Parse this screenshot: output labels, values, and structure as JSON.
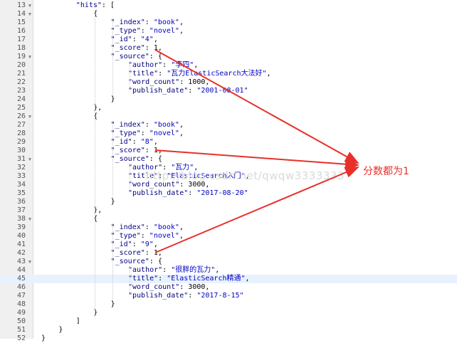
{
  "editor": {
    "watermark": "http://blog.csdn.net/qwqw3333333",
    "annotation": "分数都为1",
    "arrow_color": "#e8302a",
    "highlight_line": "45",
    "lines": [
      {
        "ln": "13",
        "fold": "▼",
        "indent": 8,
        "parts": [
          {
            "t": "\"hits\"",
            "c": "k"
          },
          {
            "t": ": [",
            "c": "p"
          }
        ]
      },
      {
        "ln": "14",
        "fold": "▼",
        "indent": 12,
        "parts": [
          {
            "t": "{",
            "c": "p"
          }
        ]
      },
      {
        "ln": "15",
        "fold": "",
        "indent": 16,
        "parts": [
          {
            "t": "\"_index\"",
            "c": "k"
          },
          {
            "t": ": ",
            "c": "p"
          },
          {
            "t": "\"book\"",
            "c": "s"
          },
          {
            "t": ",",
            "c": "p"
          }
        ]
      },
      {
        "ln": "16",
        "fold": "",
        "indent": 16,
        "parts": [
          {
            "t": "\"_type\"",
            "c": "k"
          },
          {
            "t": ": ",
            "c": "p"
          },
          {
            "t": "\"novel\"",
            "c": "s"
          },
          {
            "t": ",",
            "c": "p"
          }
        ]
      },
      {
        "ln": "17",
        "fold": "",
        "indent": 16,
        "parts": [
          {
            "t": "\"_id\"",
            "c": "k"
          },
          {
            "t": ": ",
            "c": "p"
          },
          {
            "t": "\"4\"",
            "c": "s"
          },
          {
            "t": ",",
            "c": "p"
          }
        ]
      },
      {
        "ln": "18",
        "fold": "",
        "indent": 16,
        "parts": [
          {
            "t": "\"_score\"",
            "c": "k"
          },
          {
            "t": ": ",
            "c": "p"
          },
          {
            "t": "1",
            "c": "n"
          },
          {
            "t": ",",
            "c": "p"
          }
        ]
      },
      {
        "ln": "19",
        "fold": "▼",
        "indent": 16,
        "parts": [
          {
            "t": "\"_source\"",
            "c": "k"
          },
          {
            "t": ": {",
            "c": "p"
          }
        ]
      },
      {
        "ln": "20",
        "fold": "",
        "indent": 20,
        "parts": [
          {
            "t": "\"author\"",
            "c": "k"
          },
          {
            "t": ": ",
            "c": "p"
          },
          {
            "t": "\"李四\"",
            "c": "s"
          },
          {
            "t": ",",
            "c": "p"
          }
        ]
      },
      {
        "ln": "21",
        "fold": "",
        "indent": 20,
        "parts": [
          {
            "t": "\"title\"",
            "c": "k"
          },
          {
            "t": ": ",
            "c": "p"
          },
          {
            "t": "\"瓦力ElasticSearch大法好\"",
            "c": "s"
          },
          {
            "t": ",",
            "c": "p"
          }
        ]
      },
      {
        "ln": "22",
        "fold": "",
        "indent": 20,
        "parts": [
          {
            "t": "\"word_count\"",
            "c": "k"
          },
          {
            "t": ": ",
            "c": "p"
          },
          {
            "t": "1000",
            "c": "n"
          },
          {
            "t": ",",
            "c": "p"
          }
        ]
      },
      {
        "ln": "23",
        "fold": "",
        "indent": 20,
        "parts": [
          {
            "t": "\"publish_date\"",
            "c": "k"
          },
          {
            "t": ": ",
            "c": "p"
          },
          {
            "t": "\"2001-08-01\"",
            "c": "s"
          }
        ]
      },
      {
        "ln": "24",
        "fold": "",
        "indent": 16,
        "parts": [
          {
            "t": "}",
            "c": "p"
          }
        ]
      },
      {
        "ln": "25",
        "fold": "",
        "indent": 12,
        "parts": [
          {
            "t": "},",
            "c": "p"
          }
        ]
      },
      {
        "ln": "26",
        "fold": "▼",
        "indent": 12,
        "parts": [
          {
            "t": "{",
            "c": "p"
          }
        ]
      },
      {
        "ln": "27",
        "fold": "",
        "indent": 16,
        "parts": [
          {
            "t": "\"_index\"",
            "c": "k"
          },
          {
            "t": ": ",
            "c": "p"
          },
          {
            "t": "\"book\"",
            "c": "s"
          },
          {
            "t": ",",
            "c": "p"
          }
        ]
      },
      {
        "ln": "28",
        "fold": "",
        "indent": 16,
        "parts": [
          {
            "t": "\"_type\"",
            "c": "k"
          },
          {
            "t": ": ",
            "c": "p"
          },
          {
            "t": "\"novel\"",
            "c": "s"
          },
          {
            "t": ",",
            "c": "p"
          }
        ]
      },
      {
        "ln": "29",
        "fold": "",
        "indent": 16,
        "parts": [
          {
            "t": "\"_id\"",
            "c": "k"
          },
          {
            "t": ": ",
            "c": "p"
          },
          {
            "t": "\"8\"",
            "c": "s"
          },
          {
            "t": ",",
            "c": "p"
          }
        ]
      },
      {
        "ln": "30",
        "fold": "",
        "indent": 16,
        "parts": [
          {
            "t": "\"_score\"",
            "c": "k"
          },
          {
            "t": ": ",
            "c": "p"
          },
          {
            "t": "1",
            "c": "n"
          },
          {
            "t": ",",
            "c": "p"
          }
        ]
      },
      {
        "ln": "31",
        "fold": "▼",
        "indent": 16,
        "parts": [
          {
            "t": "\"_source\"",
            "c": "k"
          },
          {
            "t": ": {",
            "c": "p"
          }
        ]
      },
      {
        "ln": "32",
        "fold": "",
        "indent": 20,
        "parts": [
          {
            "t": "\"author\"",
            "c": "k"
          },
          {
            "t": ": ",
            "c": "p"
          },
          {
            "t": "\"瓦力\"",
            "c": "s"
          },
          {
            "t": ",",
            "c": "p"
          }
        ]
      },
      {
        "ln": "33",
        "fold": "",
        "indent": 20,
        "parts": [
          {
            "t": "\"title\"",
            "c": "k"
          },
          {
            "t": ": ",
            "c": "p"
          },
          {
            "t": "\"ElasticSearch入门\"",
            "c": "s"
          },
          {
            "t": ",",
            "c": "p"
          }
        ]
      },
      {
        "ln": "34",
        "fold": "",
        "indent": 20,
        "parts": [
          {
            "t": "\"word_count\"",
            "c": "k"
          },
          {
            "t": ": ",
            "c": "p"
          },
          {
            "t": "3000",
            "c": "n"
          },
          {
            "t": ",",
            "c": "p"
          }
        ]
      },
      {
        "ln": "35",
        "fold": "",
        "indent": 20,
        "parts": [
          {
            "t": "\"publish_date\"",
            "c": "k"
          },
          {
            "t": ": ",
            "c": "p"
          },
          {
            "t": "\"2017-08-20\"",
            "c": "s"
          }
        ]
      },
      {
        "ln": "36",
        "fold": "",
        "indent": 16,
        "parts": [
          {
            "t": "}",
            "c": "p"
          }
        ]
      },
      {
        "ln": "37",
        "fold": "",
        "indent": 12,
        "parts": [
          {
            "t": "},",
            "c": "p"
          }
        ]
      },
      {
        "ln": "38",
        "fold": "▼",
        "indent": 12,
        "parts": [
          {
            "t": "{",
            "c": "p"
          }
        ]
      },
      {
        "ln": "39",
        "fold": "",
        "indent": 16,
        "parts": [
          {
            "t": "\"_index\"",
            "c": "k"
          },
          {
            "t": ": ",
            "c": "p"
          },
          {
            "t": "\"book\"",
            "c": "s"
          },
          {
            "t": ",",
            "c": "p"
          }
        ]
      },
      {
        "ln": "40",
        "fold": "",
        "indent": 16,
        "parts": [
          {
            "t": "\"_type\"",
            "c": "k"
          },
          {
            "t": ": ",
            "c": "p"
          },
          {
            "t": "\"novel\"",
            "c": "s"
          },
          {
            "t": ",",
            "c": "p"
          }
        ]
      },
      {
        "ln": "41",
        "fold": "",
        "indent": 16,
        "parts": [
          {
            "t": "\"_id\"",
            "c": "k"
          },
          {
            "t": ": ",
            "c": "p"
          },
          {
            "t": "\"9\"",
            "c": "s"
          },
          {
            "t": ",",
            "c": "p"
          }
        ]
      },
      {
        "ln": "42",
        "fold": "",
        "indent": 16,
        "parts": [
          {
            "t": "\"_score\"",
            "c": "k"
          },
          {
            "t": ": ",
            "c": "p"
          },
          {
            "t": "1",
            "c": "n"
          },
          {
            "t": ",",
            "c": "p"
          }
        ]
      },
      {
        "ln": "43",
        "fold": "▼",
        "indent": 16,
        "parts": [
          {
            "t": "\"_source\"",
            "c": "k"
          },
          {
            "t": ": {",
            "c": "p"
          }
        ]
      },
      {
        "ln": "44",
        "fold": "",
        "indent": 20,
        "parts": [
          {
            "t": "\"author\"",
            "c": "k"
          },
          {
            "t": ": ",
            "c": "p"
          },
          {
            "t": "\"很胖的瓦力\"",
            "c": "s"
          },
          {
            "t": ",",
            "c": "p"
          }
        ]
      },
      {
        "ln": "45",
        "fold": "",
        "indent": 20,
        "parts": [
          {
            "t": "\"title\"",
            "c": "k"
          },
          {
            "t": ": ",
            "c": "p"
          },
          {
            "t": "\"ElasticSearch精通\"",
            "c": "s"
          },
          {
            "t": ",",
            "c": "p"
          }
        ]
      },
      {
        "ln": "46",
        "fold": "",
        "indent": 20,
        "parts": [
          {
            "t": "\"word_count\"",
            "c": "k"
          },
          {
            "t": ": ",
            "c": "p"
          },
          {
            "t": "3000",
            "c": "n"
          },
          {
            "t": ",",
            "c": "p"
          }
        ]
      },
      {
        "ln": "47",
        "fold": "",
        "indent": 20,
        "parts": [
          {
            "t": "\"publish_date\"",
            "c": "k"
          },
          {
            "t": ": ",
            "c": "p"
          },
          {
            "t": "\"2017-8-15\"",
            "c": "s"
          }
        ]
      },
      {
        "ln": "48",
        "fold": "",
        "indent": 16,
        "parts": [
          {
            "t": "}",
            "c": "p"
          }
        ]
      },
      {
        "ln": "49",
        "fold": "",
        "indent": 12,
        "parts": [
          {
            "t": "}",
            "c": "p"
          }
        ]
      },
      {
        "ln": "50",
        "fold": "",
        "indent": 8,
        "parts": [
          {
            "t": "]",
            "c": "p"
          }
        ]
      },
      {
        "ln": "51",
        "fold": "",
        "indent": 4,
        "parts": [
          {
            "t": "}",
            "c": "p"
          }
        ]
      },
      {
        "ln": "52",
        "fold": "",
        "indent": 0,
        "parts": [
          {
            "t": "}",
            "c": "p"
          }
        ]
      }
    ]
  }
}
